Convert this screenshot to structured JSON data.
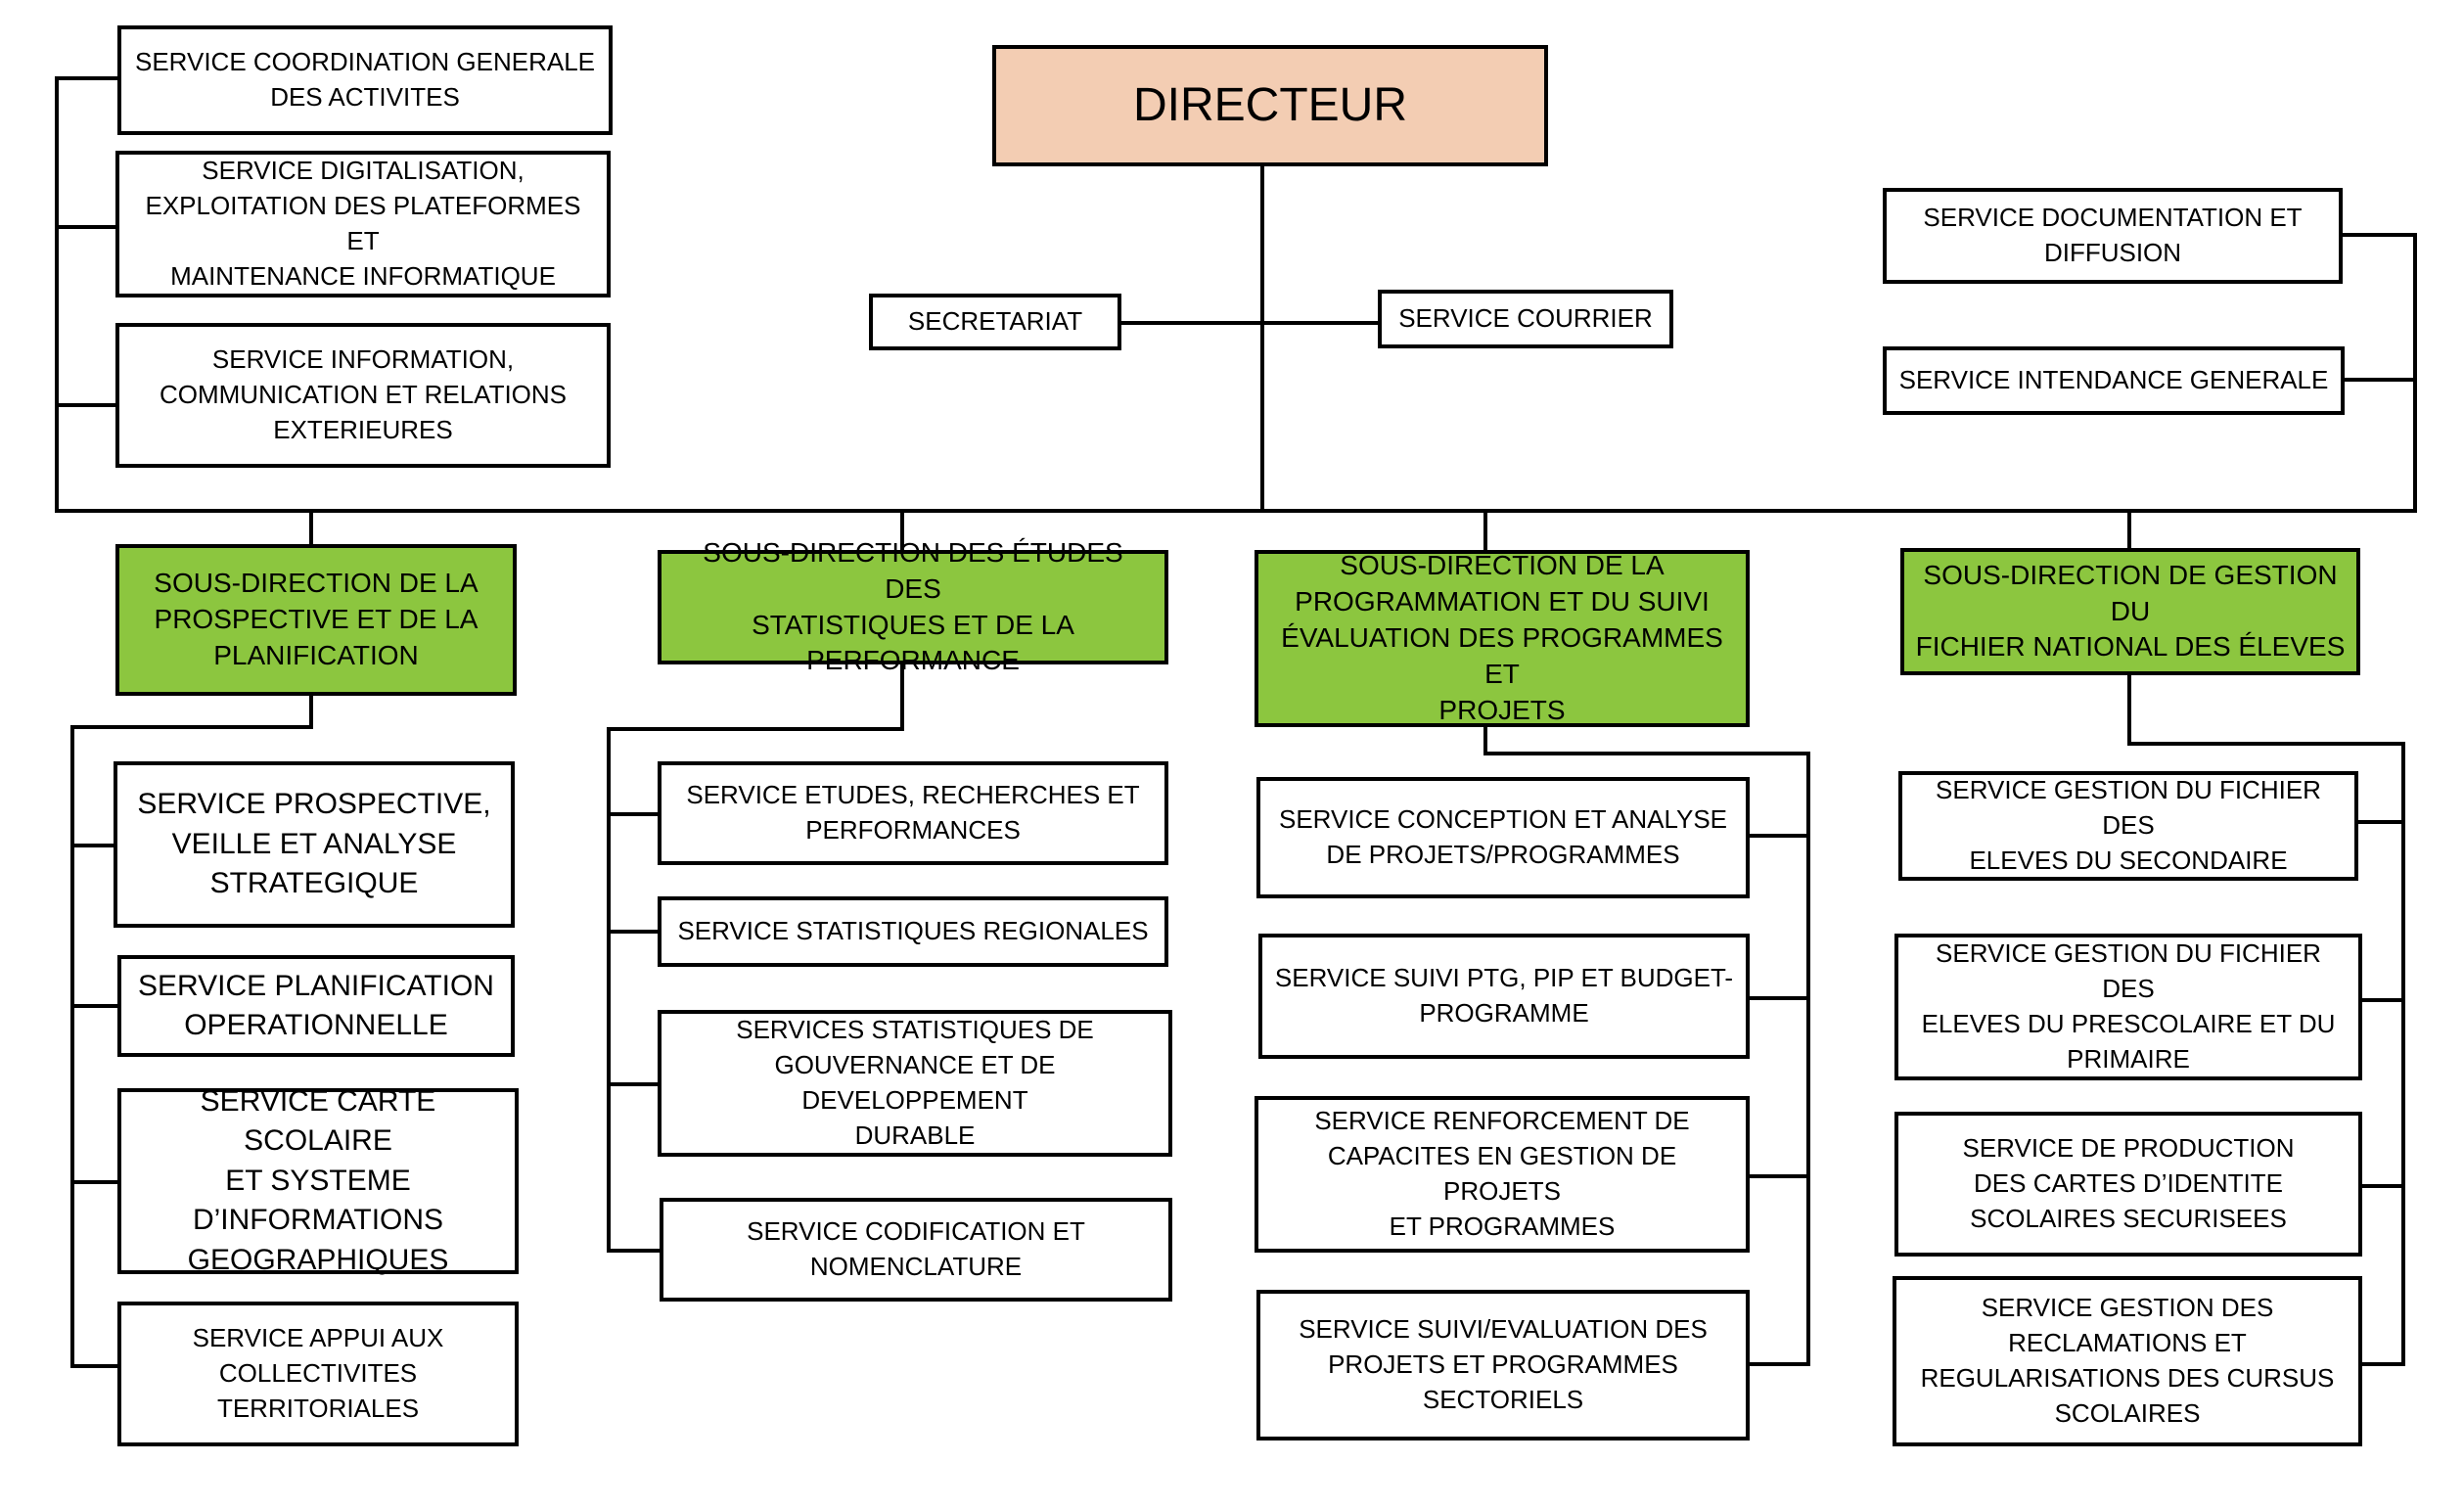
{
  "colors": {
    "director_fill": "#F3CDB3",
    "subdirection_fill": "#8CC63F",
    "box_fill": "#FFFFFF",
    "line": "#000000"
  },
  "director": "DIRECTEUR",
  "secretariat": "SECRETARIAT",
  "courrier": "SERVICE COURRIER",
  "left_services": [
    "SERVICE COORDINATION GENERALE\nDES ACTIVITES",
    "SERVICE DIGITALISATION,\nEXPLOITATION DES PLATEFORMES ET\nMAINTENANCE INFORMATIQUE",
    "SERVICE INFORMATION,\nCOMMUNICATION ET RELATIONS\nEXTERIEURES"
  ],
  "right_services": [
    "SERVICE DOCUMENTATION ET\nDIFFUSION",
    "SERVICE INTENDANCE GENERALE"
  ],
  "sub_directions": [
    {
      "label": "SOUS-DIRECTION DE LA\nPROSPECTIVE ET DE LA\nPLANIFICATION",
      "services": [
        "SERVICE PROSPECTIVE,\nVEILLE ET ANALYSE\nSTRATEGIQUE",
        "SERVICE PLANIFICATION\nOPERATIONNELLE",
        "SERVICE CARTE SCOLAIRE\nET SYSTEME\nD’INFORMATIONS\nGEOGRAPHIQUES",
        "SERVICE APPUI AUX\nCOLLECTIVITES\nTERRITORIALES"
      ]
    },
    {
      "label": "SOUS-DIRECTION DES ÉTUDES DES\nSTATISTIQUES ET DE LA PERFORMANCE",
      "services": [
        "SERVICE ETUDES, RECHERCHES ET\nPERFORMANCES",
        "SERVICE STATISTIQUES REGIONALES",
        "SERVICES STATISTIQUES DE\nGOUVERNANCE ET DE DEVELOPPEMENT\nDURABLE",
        "SERVICE CODIFICATION ET\nNOMENCLATURE"
      ]
    },
    {
      "label": "SOUS-DIRECTION DE LA\nPROGRAMMATION ET DU SUIVI\nÉVALUATION DES PROGRAMMES ET\nPROJETS",
      "services": [
        "SERVICE CONCEPTION ET ANALYSE\nDE PROJETS/PROGRAMMES",
        "SERVICE SUIVI PTG, PIP ET BUDGET-\nPROGRAMME",
        "SERVICE RENFORCEMENT DE\nCAPACITES EN GESTION DE PROJETS\nET PROGRAMMES",
        "SERVICE SUIVI/EVALUATION DES\nPROJETS ET PROGRAMMES\nSECTORIELS"
      ]
    },
    {
      "label": "SOUS-DIRECTION DE GESTION DU\nFICHIER NATIONAL DES ÉLEVES",
      "services": [
        "SERVICE GESTION DU FICHIER DES\nELEVES DU SECONDAIRE",
        "SERVICE GESTION DU FICHIER DES\nELEVES DU PRESCOLAIRE ET DU\nPRIMAIRE",
        "SERVICE DE PRODUCTION\nDES CARTES D’IDENTITE\nSCOLAIRES SECURISEES",
        "SERVICE GESTION DES\nRECLAMATIONS ET\nREGULARISATIONS DES CURSUS\nSCOLAIRES"
      ]
    }
  ]
}
